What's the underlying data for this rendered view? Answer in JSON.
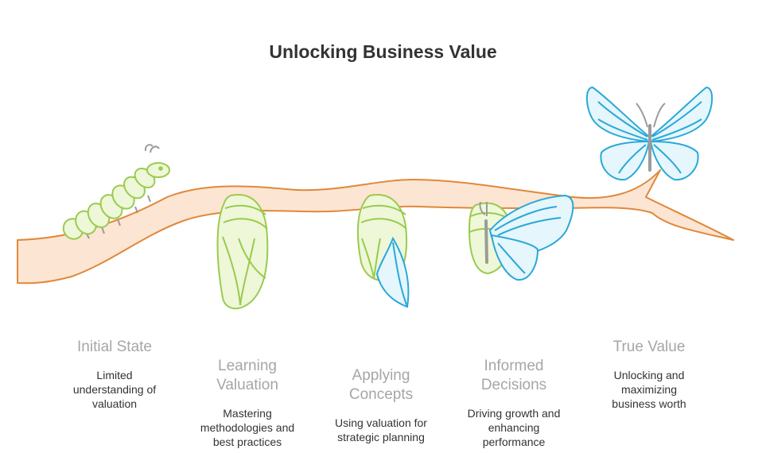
{
  "title": "Unlocking Business Value",
  "colors": {
    "branch_stroke": "#e0883a",
    "branch_fill": "#fde5d3",
    "green_stroke": "#9acb4e",
    "green_fill": "#eef7d8",
    "blue_stroke": "#2aa8d8",
    "blue_fill": "#e5f6fc",
    "antenna": "#9b9b9b",
    "stage_name": "#a6a6a6",
    "stage_desc": "#333333"
  },
  "icons": [
    "caterpillar-icon",
    "chrysalis-icon",
    "emerging-chrysalis-icon",
    "butterfly-emerging-icon",
    "butterfly-icon"
  ],
  "stages": [
    {
      "name": "Initial State",
      "desc": "Limited understanding of valuation"
    },
    {
      "name": "Learning Valuation",
      "desc": "Mastering methodologies and best practices"
    },
    {
      "name": "Applying Concepts",
      "desc": "Using valuation for strategic planning"
    },
    {
      "name": "Informed Decisions",
      "desc": "Driving growth and enhancing performance"
    },
    {
      "name": "True Value",
      "desc": "Unlocking and maximizing business worth"
    }
  ]
}
